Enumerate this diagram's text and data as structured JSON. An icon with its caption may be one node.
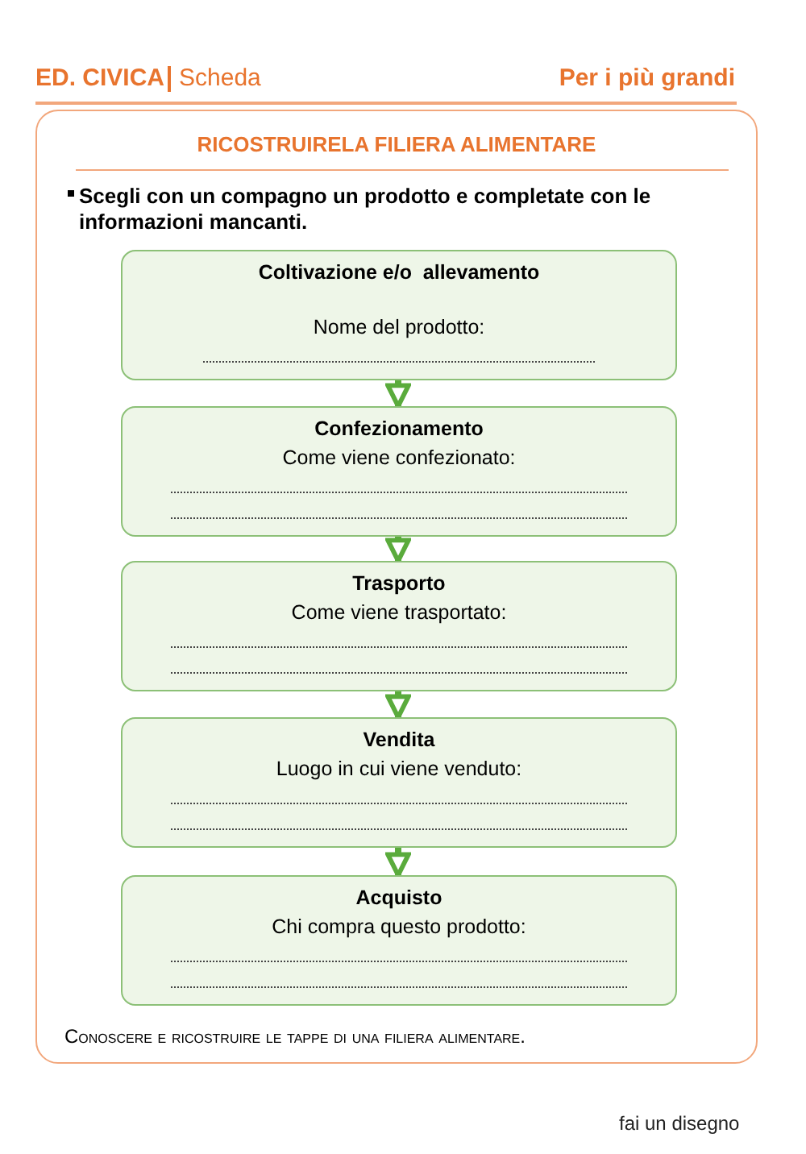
{
  "diagram": {
    "title": "RICOSTRUIRELA FILIERA ALIMENTARE",
    "caption": "Conoscere e ricostruire le tappe di una filiera alimentare.",
    "nodes": [
      {
        "text": [
          "Coltivazione e/o  allevamento",
          "Nome del prodotto:"
        ]
      },
      {
        "text": [
          "Confezionamento",
          "Come viene confezionato:"
        ]
      },
      {
        "text": [
          "Trasporto",
          "Come viene trasportato:"
        ]
      },
      {
        "text": [
          "Vendita",
          "Luogo in cui viene venduto:"
        ]
      },
      {
        "text": [
          "Acquisto",
          "Chi compra questo prodotto:"
        ]
      }
    ],
    "edges": [
      {
        "from": 0,
        "to": 1,
        "arrow": "to"
      },
      {
        "from": 1,
        "to": 2,
        "arrow": "to"
      },
      {
        "from": 2,
        "to": 3,
        "arrow": "to"
      },
      {
        "from": 3,
        "to": 4,
        "arrow": "to"
      }
    ],
    "labels": [
      "ED. CIVICA",
      "Scheda",
      "Per i più grandi",
      "Scegli con un compagno un prodotto e completate con le informazioni mancanti.",
      "fai un disegno"
    ]
  }
}
